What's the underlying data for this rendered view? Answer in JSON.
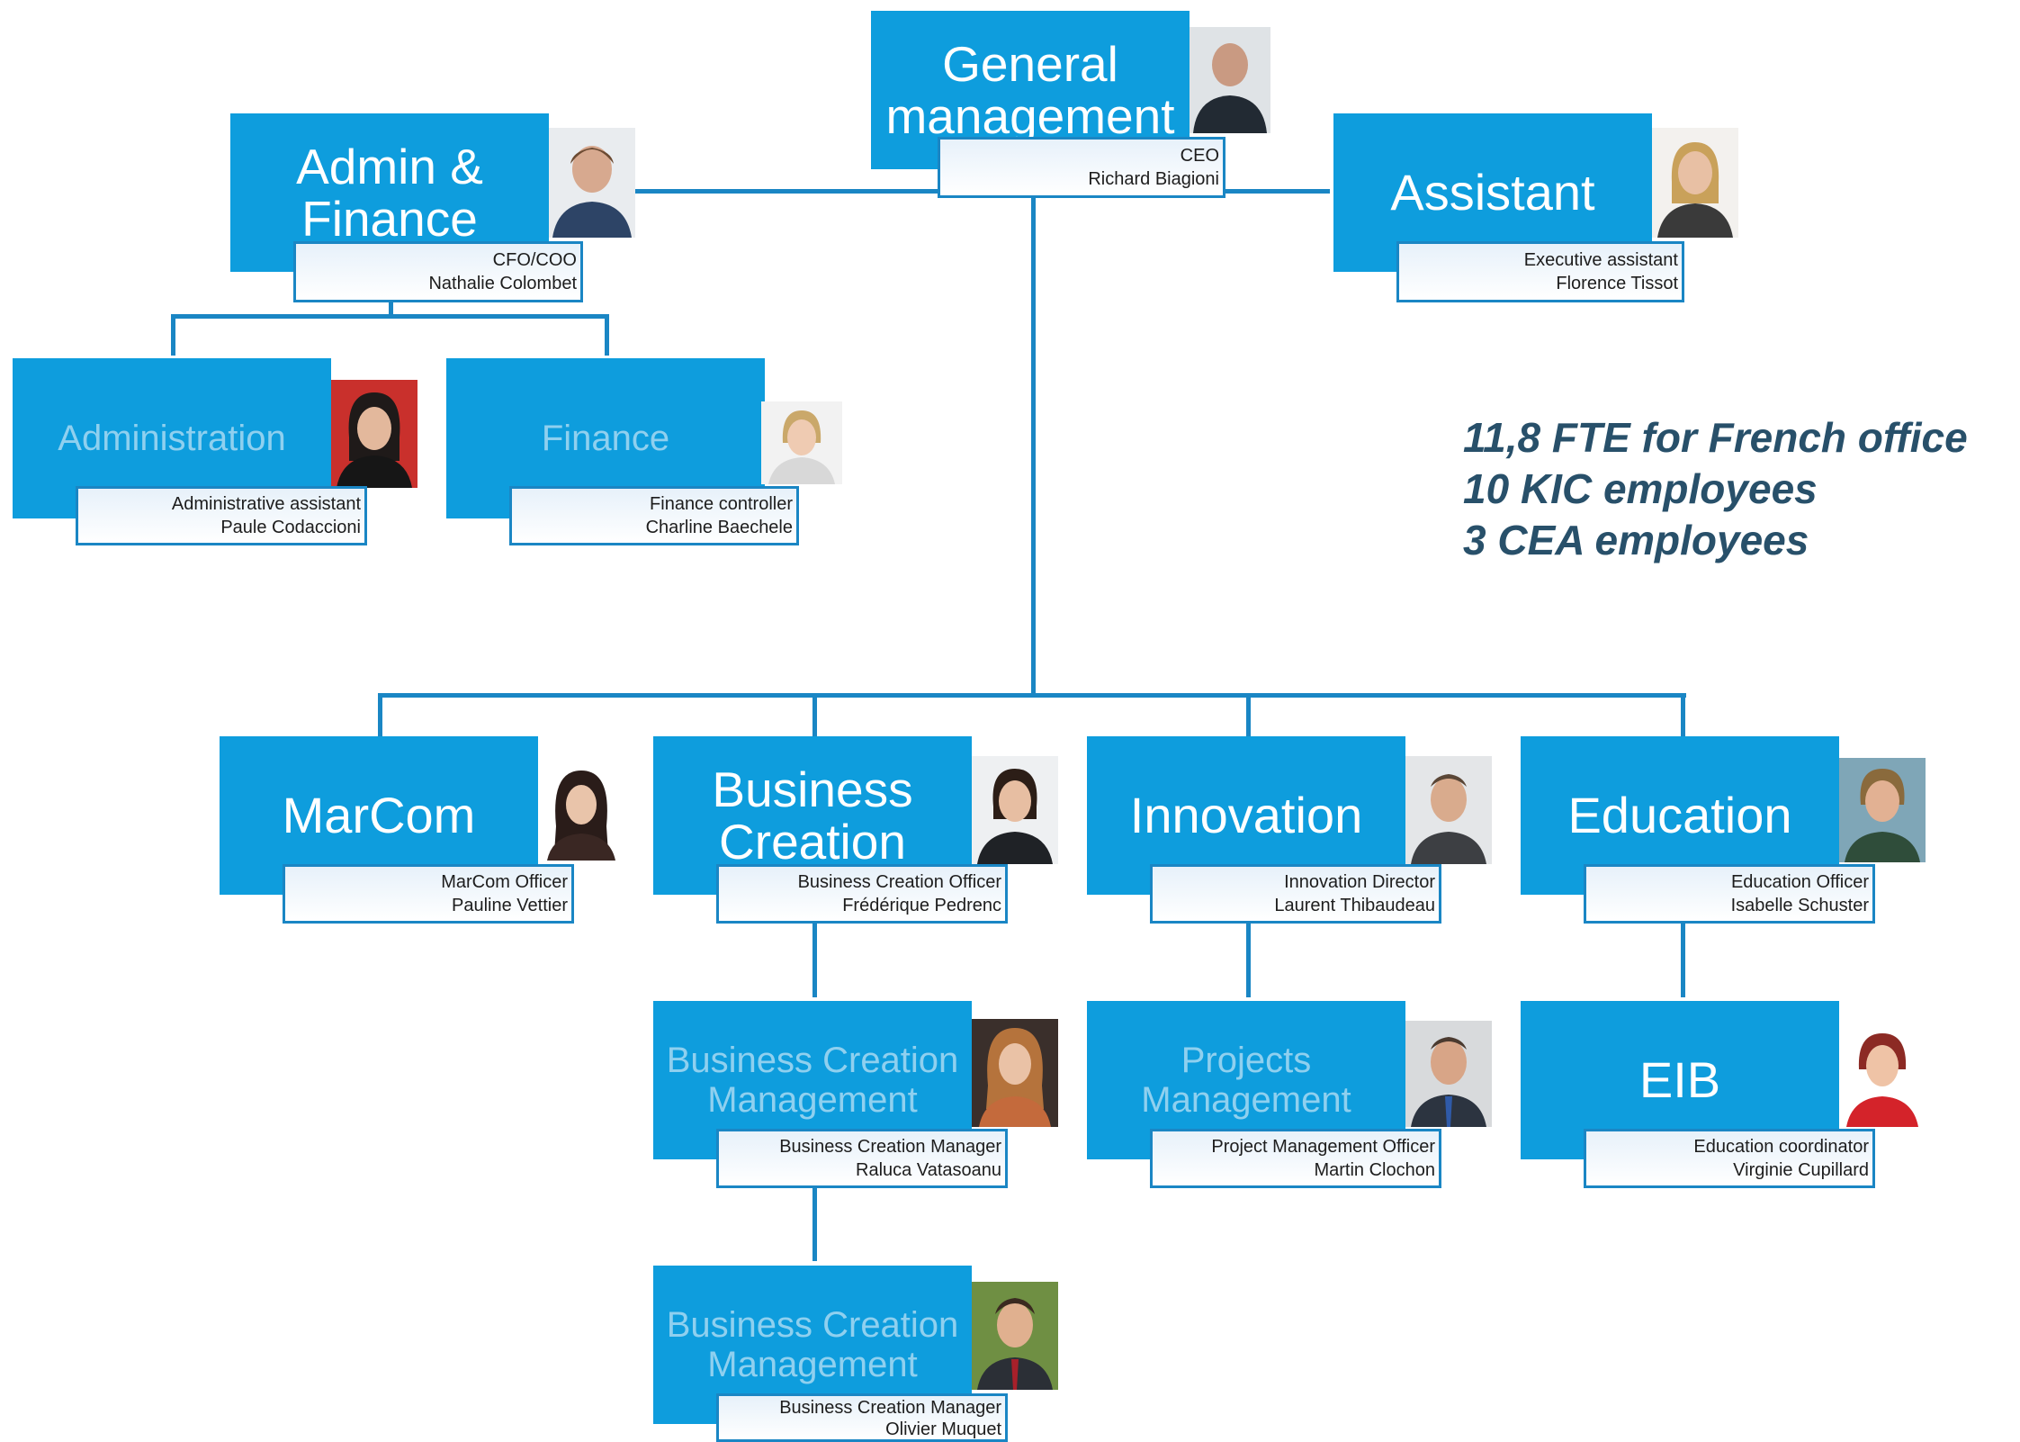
{
  "nodes": {
    "general_management": {
      "title": [
        "General",
        "management"
      ],
      "role": "CEO",
      "person": "Richard Biagioni"
    },
    "admin_finance": {
      "title": [
        "Admin &",
        "Finance"
      ],
      "role": "CFO/COO",
      "person": "Nathalie Colombet"
    },
    "assistant": {
      "title": [
        "Assistant"
      ],
      "role": "Executive assistant",
      "person": "Florence Tissot"
    },
    "administration": {
      "title": [
        "Administration"
      ],
      "role": "Administrative assistant",
      "person": "Paule Codaccioni"
    },
    "finance": {
      "title": [
        "Finance"
      ],
      "role": "Finance controller",
      "person": "Charline Baechele"
    },
    "marcom": {
      "title": [
        "MarCom"
      ],
      "role": "MarCom Officer",
      "person": "Pauline Vettier"
    },
    "business_creation": {
      "title": [
        "Business",
        "Creation"
      ],
      "role": "Business Creation Officer",
      "person": "Frédérique Pedrenc"
    },
    "innovation": {
      "title": [
        "Innovation"
      ],
      "role": "Innovation Director",
      "person": "Laurent Thibaudeau"
    },
    "education": {
      "title": [
        "Education"
      ],
      "role": "Education Officer",
      "person": "Isabelle Schuster"
    },
    "bc_management_1": {
      "title": [
        "Business Creation",
        "Management"
      ],
      "role": "Business Creation Manager",
      "person": "Raluca Vatasoanu"
    },
    "projects_management": {
      "title": [
        "Projects",
        "Management"
      ],
      "role": "Project Management Officer",
      "person": "Martin Clochon"
    },
    "eib": {
      "title": [
        "EIB"
      ],
      "role": "Education coordinator",
      "person": "Virginie Cupillard"
    },
    "bc_management_2": {
      "title": [
        "Business Creation",
        "Management"
      ],
      "role": "Business Creation Manager",
      "person": "Olivier Muquet"
    }
  },
  "headcount": [
    "11,8 FTE for French office",
    "10 KIC employees",
    "3 CEA employees"
  ],
  "colors": {
    "box": "#0e9ddd",
    "line": "#1a86c4",
    "faded_text": "#8fd0ef",
    "headcount_text": "#28506a"
  }
}
